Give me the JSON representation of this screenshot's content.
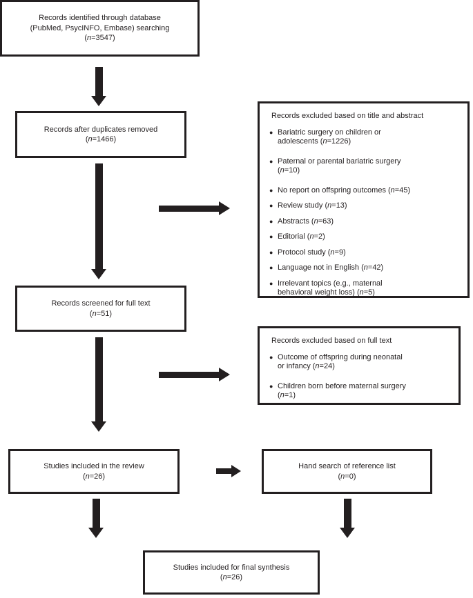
{
  "glyphs": {
    "bullet": "●"
  },
  "colors": {
    "ink": "#231f20",
    "background": "#ffffff"
  },
  "flowchart": {
    "identified": {
      "lines": [
        "Records identified through database",
        "(PubMed, PsycINFO, Embase) searching",
        "(n=3547)"
      ]
    },
    "duplicates_removed": {
      "lines": [
        "Records after duplicates removed",
        "(n=1466)"
      ]
    },
    "screened_full_text": {
      "lines": [
        "Records screened for full text",
        "(n=51)"
      ]
    },
    "included_review": {
      "lines": [
        "Studies included in the review",
        "(n=26)"
      ]
    },
    "hand_search": {
      "lines": [
        "Hand search of reference list",
        "(n=0)"
      ]
    },
    "final_synthesis": {
      "lines": [
        "Studies included for final synthesis",
        "(n=26)"
      ]
    },
    "excluded_title_abstract": {
      "title": "Records excluded based on title and abstract",
      "items": [
        [
          "Bariatric surgery on children or",
          "adolescents (n=1226)"
        ],
        [
          "Paternal or parental bariatric surgery",
          "(n=10)"
        ],
        [
          "No report on offspring outcomes (n=45)"
        ],
        [
          "Review study (n=13)"
        ],
        [
          "Abstracts (n=63)"
        ],
        [
          "Editorial (n=2)"
        ],
        [
          "Protocol study (n=9)"
        ],
        [
          "Language not in English (n=42)"
        ],
        [
          "Irrelevant topics (e.g., maternal",
          "behavioral weight loss) (n=5)"
        ]
      ]
    },
    "excluded_full_text": {
      "title": "Records excluded based on full text",
      "items": [
        [
          "Outcome of offspring during neonatal",
          "or infancy (n=24)"
        ],
        [
          "Children born before maternal surgery",
          "(n=1)"
        ]
      ]
    }
  }
}
